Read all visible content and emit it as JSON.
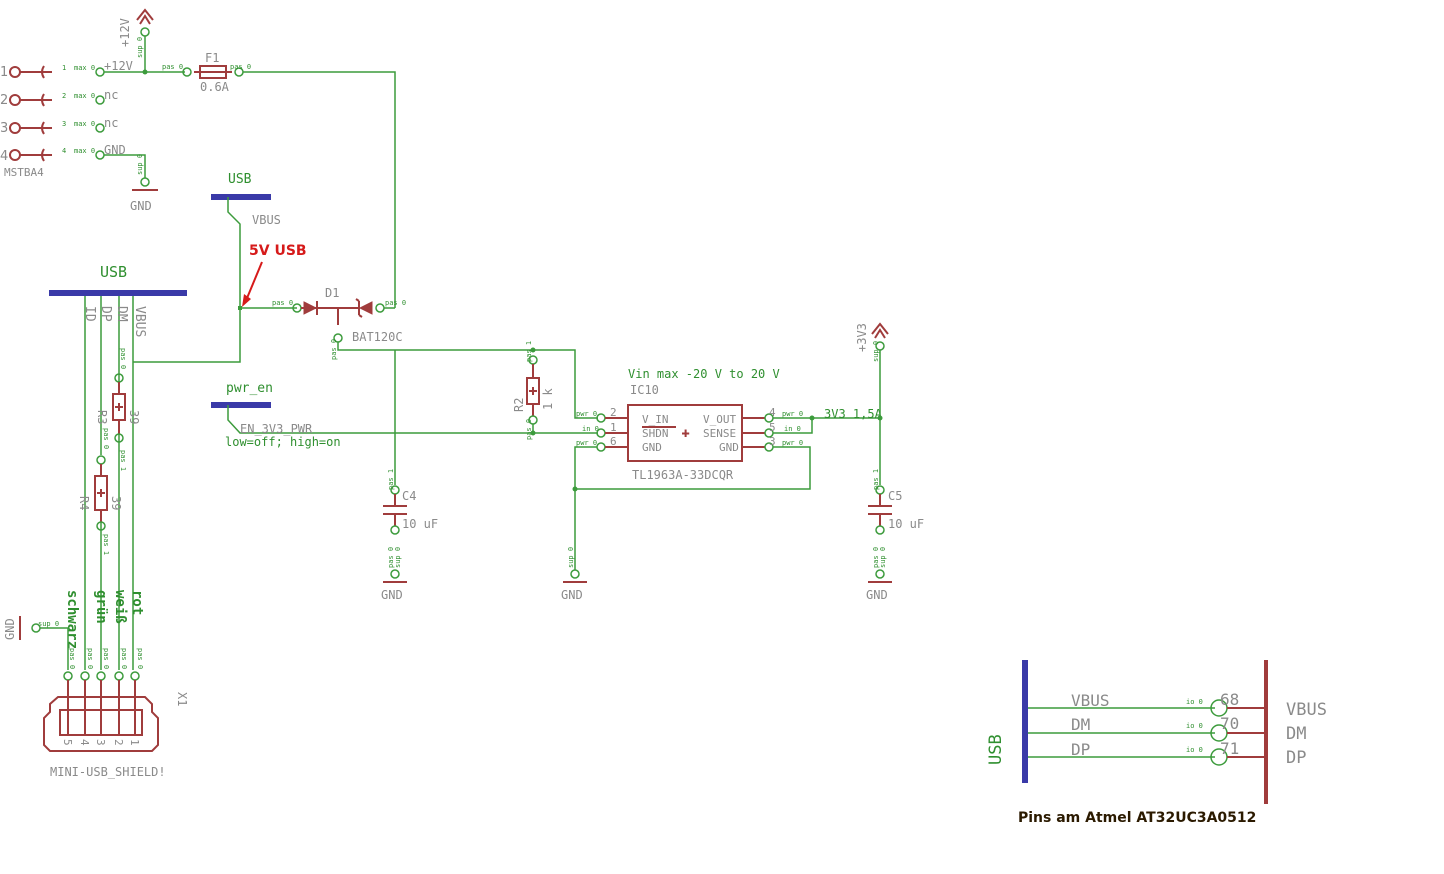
{
  "connector": {
    "name": "MSTBA4",
    "pins": [
      {
        "num": "1",
        "pad": "1",
        "pad_label": "max 0",
        "net": "+12V"
      },
      {
        "num": "2",
        "pad": "2",
        "pad_label": "max 0",
        "net": "nc"
      },
      {
        "num": "3",
        "pad": "3",
        "pad_label": "max 0",
        "net": "nc"
      },
      {
        "num": "4",
        "pad": "4",
        "pad_label": "max 0",
        "net": "GND"
      }
    ]
  },
  "supply_12v": "+12V",
  "supply_3v3": "+3V3",
  "gnd": "GND",
  "sup_label": "sup 0",
  "pas0": "pas 0",
  "pas1": "pas 1",
  "pwr0": "pwr 0",
  "in0": "in 0",
  "fuse": {
    "name": "F1",
    "value": "0.6A"
  },
  "usb_label_top": "USB",
  "vbus_net": "VBUS",
  "annotation": "5V USB",
  "diode": {
    "name": "D1",
    "value": "BAT120C"
  },
  "usb_bus_left": "USB",
  "usb_bus_signals": [
    "ID",
    "DP",
    "DM",
    "VBUS"
  ],
  "resistors": [
    {
      "name": "R3",
      "value": "39"
    },
    {
      "name": "R4",
      "value": "39"
    },
    {
      "name": "R2",
      "value": "1 k"
    }
  ],
  "pwr_en": {
    "label": "pwr_en",
    "net": "EN_3V3_PWR",
    "note": "low=off; high=on"
  },
  "capacitors": [
    {
      "name": "C4",
      "value": "10 uF"
    },
    {
      "name": "C5",
      "value": "10 uF"
    }
  ],
  "regulator": {
    "name": "IC10",
    "value": "TL1963A-33DCQR",
    "note": "Vin max -20 V to 20 V",
    "pins_left": [
      {
        "num": "2",
        "name": "V_IN"
      },
      {
        "num": "1",
        "name": "SHDN"
      },
      {
        "num": "6",
        "name": "GND"
      }
    ],
    "pins_right": [
      {
        "num": "4",
        "name": "V_OUT"
      },
      {
        "num": "5",
        "name": "SENSE"
      },
      {
        "num": "3",
        "name": "GND"
      }
    ],
    "plus": "+"
  },
  "output_net": "3V3 1,5A",
  "mini_usb": {
    "name": "X1",
    "value": "MINI-USB_SHIELD!",
    "wire_colors": [
      "schwarz",
      "grün",
      "weiß",
      "rot"
    ],
    "pin_numbers": [
      "5",
      "4",
      "3",
      "2",
      "1"
    ]
  },
  "atmel": {
    "bus_label": "USB",
    "signals": [
      "VBUS",
      "DM",
      "DP"
    ],
    "io_labels": [
      "io 0",
      "io 0",
      "io 0"
    ],
    "pins": [
      "68",
      "70",
      "71"
    ],
    "nets": [
      "VBUS",
      "DM",
      "DP"
    ],
    "caption": "Pins am Atmel AT32UC3A0512"
  },
  "colors": {
    "wire": "#3c9b3c",
    "bus": "#3a3aa8",
    "part": "#a03c3c",
    "annotation": "#d61a1a"
  }
}
